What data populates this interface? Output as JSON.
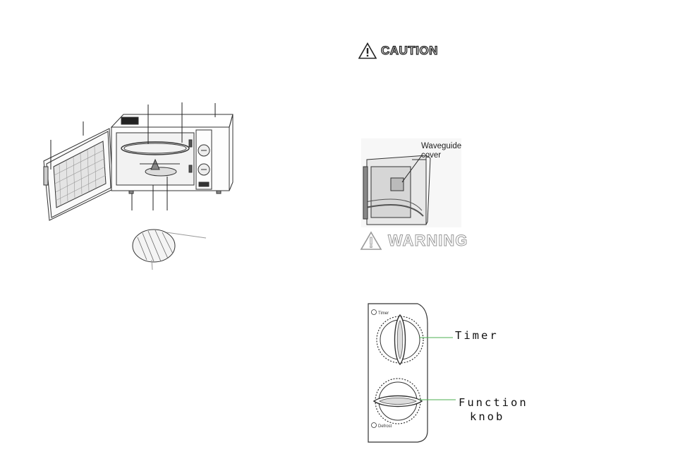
{
  "caution": {
    "label": "CAUTION"
  },
  "warning": {
    "label": "WARNING"
  },
  "waveguide": {
    "line1": "Waveguide",
    "line2": "cover"
  },
  "control_panel": {
    "timer_label": "Timer",
    "function_label_line1": "Function",
    "function_label_line2": "knob",
    "timer_dial_text": "Timer",
    "function_dial_text": "Defrost"
  },
  "colors": {
    "ink": "#222222",
    "warning_gray": "#9a9a9a",
    "callout_line": "#4caf50"
  }
}
